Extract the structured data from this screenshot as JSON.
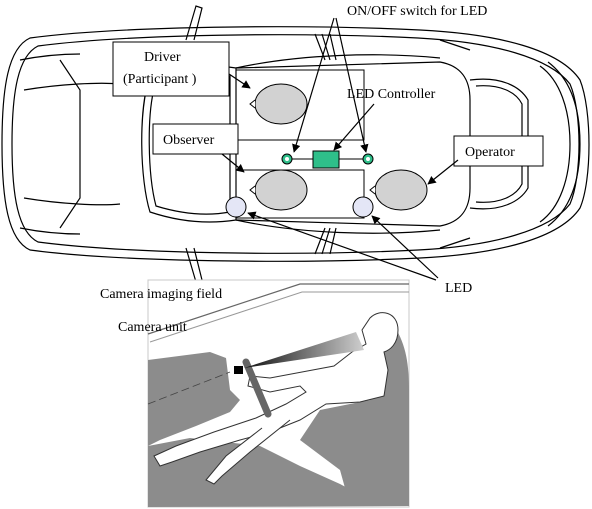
{
  "labels": {
    "switch": "ON/OFF switch for LED",
    "driver_line1": "Driver",
    "driver_line2": "(Participant )",
    "led_controller": "LED Controller",
    "observer": "Observer",
    "operator": "Operator",
    "led": "LED",
    "camera_field": "Camera imaging field",
    "camera_unit": "Camera unit"
  },
  "colors": {
    "controller": "#2fbf8a",
    "seat": "#d2d2d2",
    "led": "#e4e6f6",
    "interior": "#8c8c8c",
    "figure": "#ffffff"
  }
}
